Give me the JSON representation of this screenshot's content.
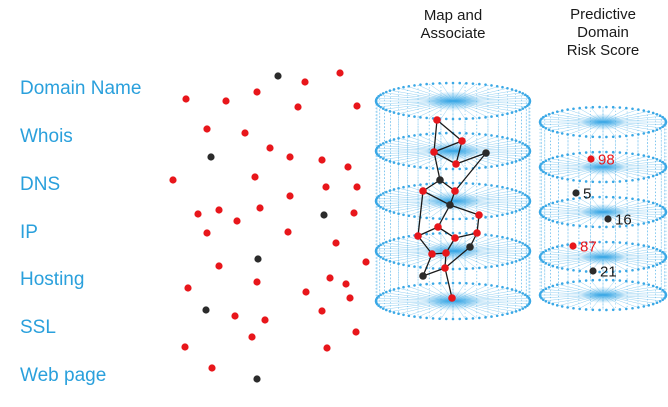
{
  "row_labels": [
    "Domain Name",
    "Whois",
    "DNS",
    "IP",
    "Hosting",
    "SSL",
    "Web page"
  ],
  "headers": {
    "map": [
      "Map and",
      "Associate"
    ],
    "score": [
      "Predictive",
      "Domain",
      "Risk Score"
    ]
  },
  "scores": [
    "98",
    "5",
    "16",
    "87",
    "21"
  ],
  "colors": {
    "label": "#2aa0dc",
    "red": "#e8161b",
    "dark": "#2b2b2b",
    "wire": "#3aa8e6"
  }
}
